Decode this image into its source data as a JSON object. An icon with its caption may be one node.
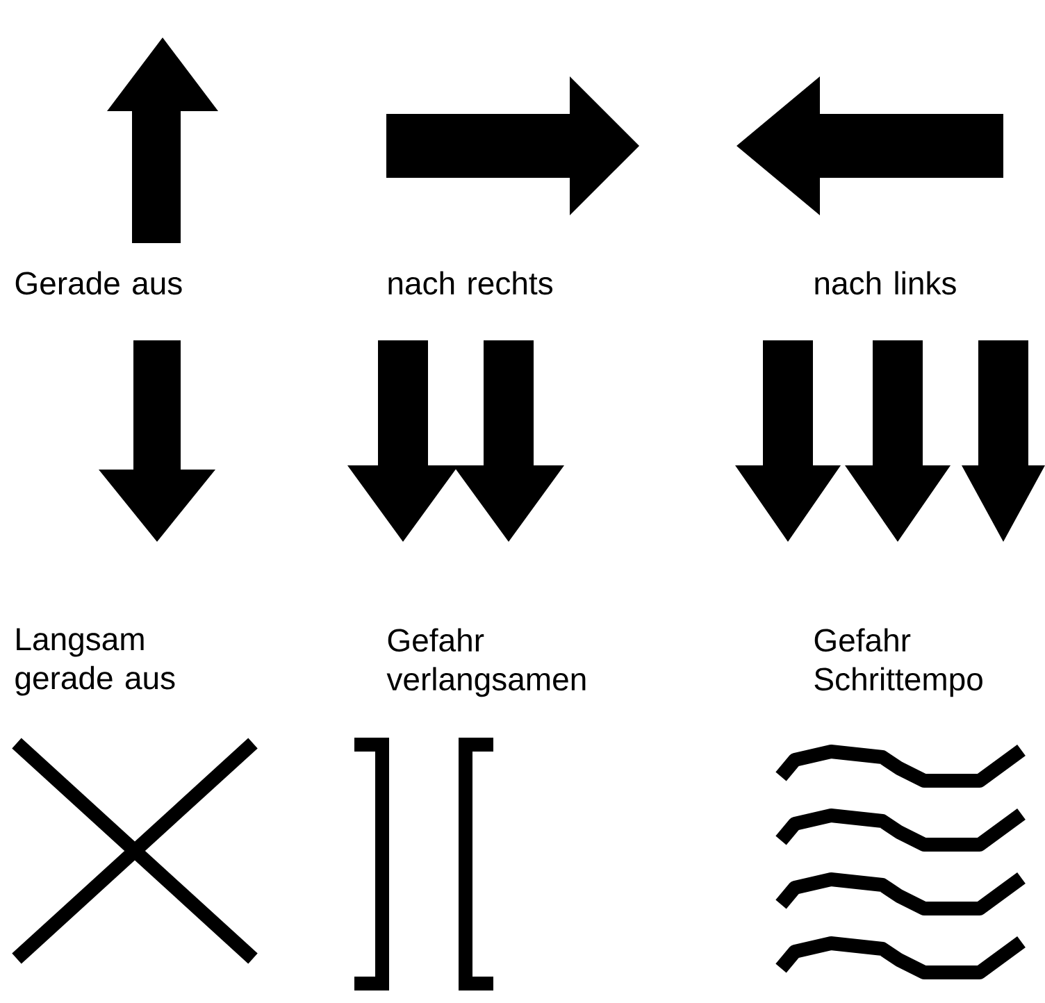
{
  "diagram": {
    "labels": [
      "Gerade aus",
      "nach rechts",
      "nach links",
      "Langsam gerade aus",
      "Gefahr verlangsamen",
      "Gefahr Schrittempo"
    ]
  }
}
